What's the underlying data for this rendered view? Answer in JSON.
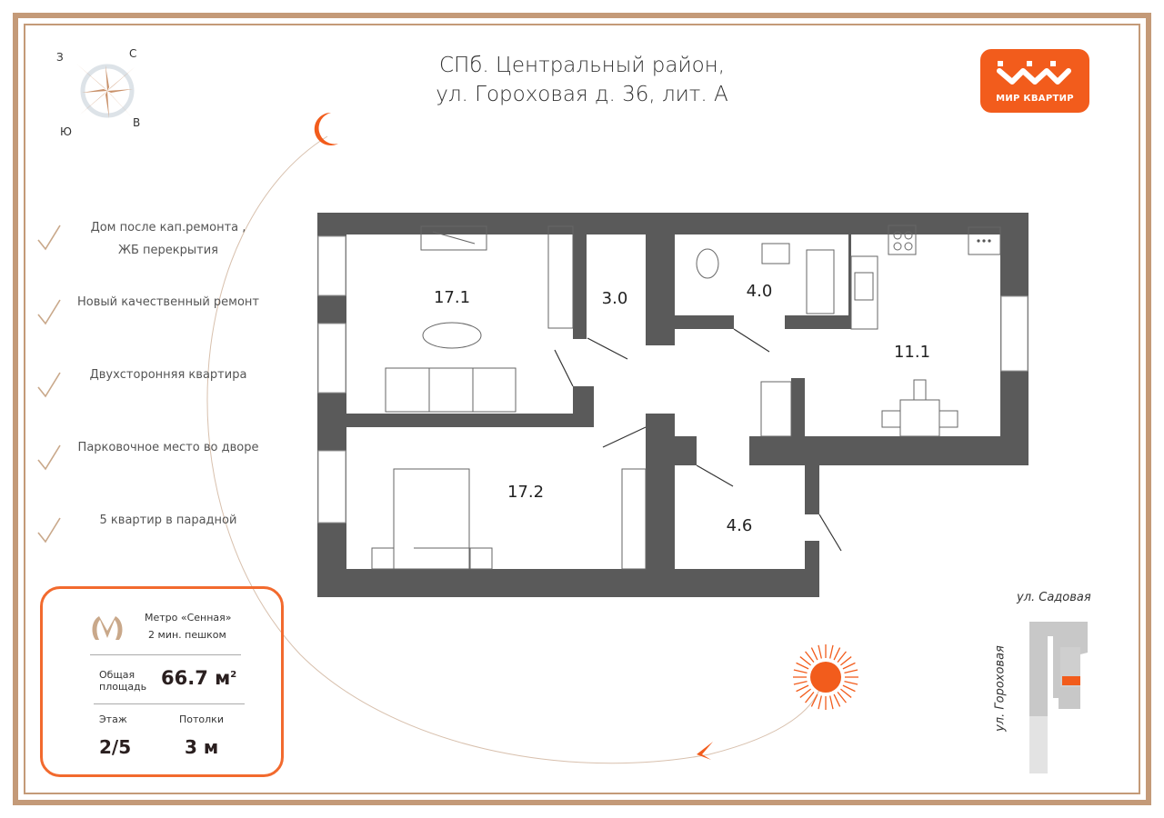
{
  "header": {
    "title_line1": "СПб. Центральный район,",
    "title_line2": "ул. Гороховая д. 36, лит. А"
  },
  "logo": {
    "text": "МИР КВАРТИР",
    "color": "#f25c1c"
  },
  "compass": {
    "north": "С",
    "south": "Ю",
    "east": "В",
    "west": "З"
  },
  "features": [
    {
      "line1": "Дом после кап.ремонта ,",
      "line2": "ЖБ перекрытия"
    },
    {
      "line1": "Новый качественный ремонт",
      "line2": ""
    },
    {
      "line1": "Двухсторонняя квартира",
      "line2": ""
    },
    {
      "line1": "Парковочное место во дворе",
      "line2": ""
    },
    {
      "line1": "5 квартир в парадной",
      "line2": ""
    }
  ],
  "info_card": {
    "metro_name": "Метро «Сенная»",
    "metro_walk": "2 мин. пешком",
    "area_label_1": "Общая",
    "area_label_2": "площадь",
    "area_value": "66.7 м",
    "area_unit_sup": "2",
    "floor_label": "Этаж",
    "floor_value": "2/5",
    "ceiling_label": "Потолки",
    "ceiling_value": "3 м",
    "accent": "#f26a2e"
  },
  "rooms": [
    {
      "name": "living-room",
      "area": "17.1"
    },
    {
      "name": "closet",
      "area": "3.0"
    },
    {
      "name": "bathroom",
      "area": "4.0"
    },
    {
      "name": "kitchen",
      "area": "11.1"
    },
    {
      "name": "bedroom",
      "area": "17.2"
    },
    {
      "name": "hallway",
      "area": "4.6"
    }
  ],
  "location_map": {
    "street_top": "ул. Садовая",
    "street_side": "ул. Гороховая"
  },
  "colors": {
    "wall": "#5a5a5a",
    "frame": "#c49a78",
    "sun": "#f25c1c"
  }
}
